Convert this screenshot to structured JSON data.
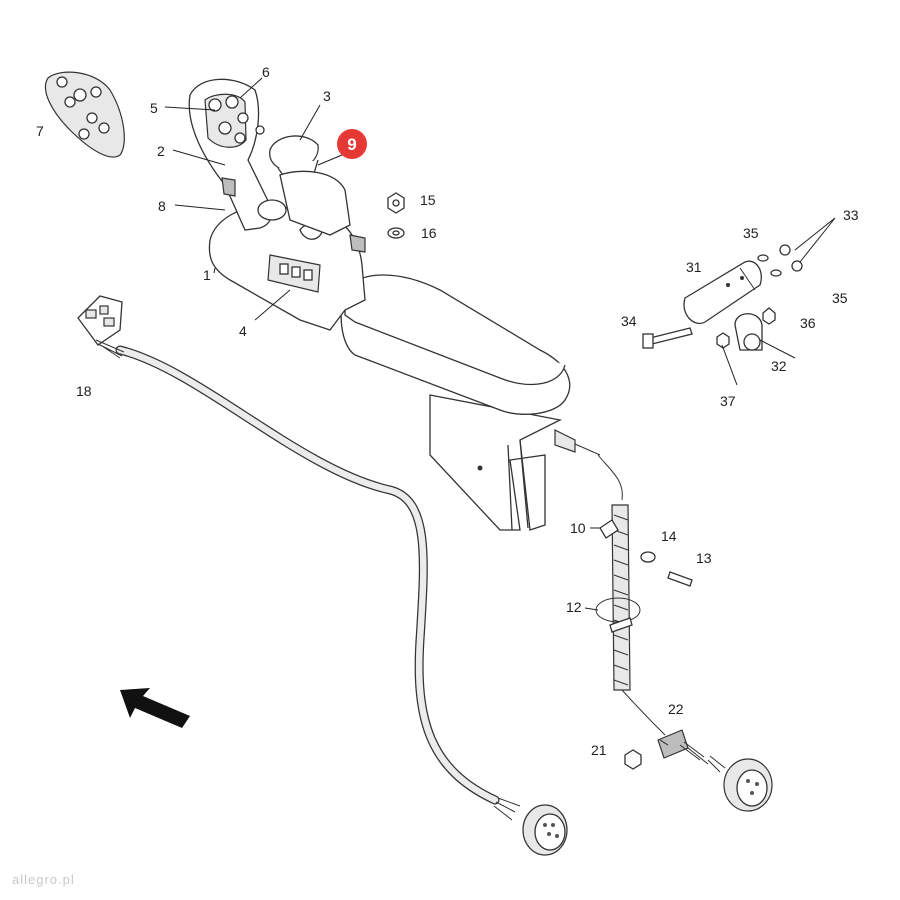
{
  "diagram": {
    "callouts": [
      "1",
      "2",
      "3",
      "4",
      "5",
      "6",
      "7",
      "8",
      "10",
      "12",
      "13",
      "14",
      "15",
      "16",
      "18",
      "21",
      "22",
      "31",
      "32",
      "33",
      "34",
      "35",
      "35",
      "36",
      "37"
    ],
    "highlight": {
      "label": "9",
      "color": "#e53935"
    },
    "watermark": "allegro.pl"
  }
}
